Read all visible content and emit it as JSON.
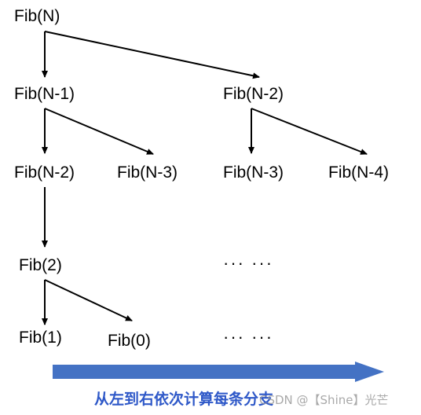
{
  "nodes": {
    "root": "Fib(N)",
    "n1": "Fib(N-1)",
    "n2_right": "Fib(N-2)",
    "n2_left": "Fib(N-2)",
    "n3_left": "Fib(N-3)",
    "n3_right": "Fib(N-3)",
    "n4": "Fib(N-4)",
    "f2": "Fib(2)",
    "f1": "Fib(1)",
    "f0": "Fib(0)"
  },
  "ellipsis": {
    "middle": "··· ···",
    "bottom": "··· ···"
  },
  "caption": {
    "text": "从左到右依次计算每条分支",
    "color": "#2e58c8"
  },
  "progress_arrow": {
    "color": "#4472c4",
    "direction": "left-to-right"
  },
  "watermark": {
    "text": "CSDN @【Shine】光芒",
    "color": "#9a9a9a"
  }
}
